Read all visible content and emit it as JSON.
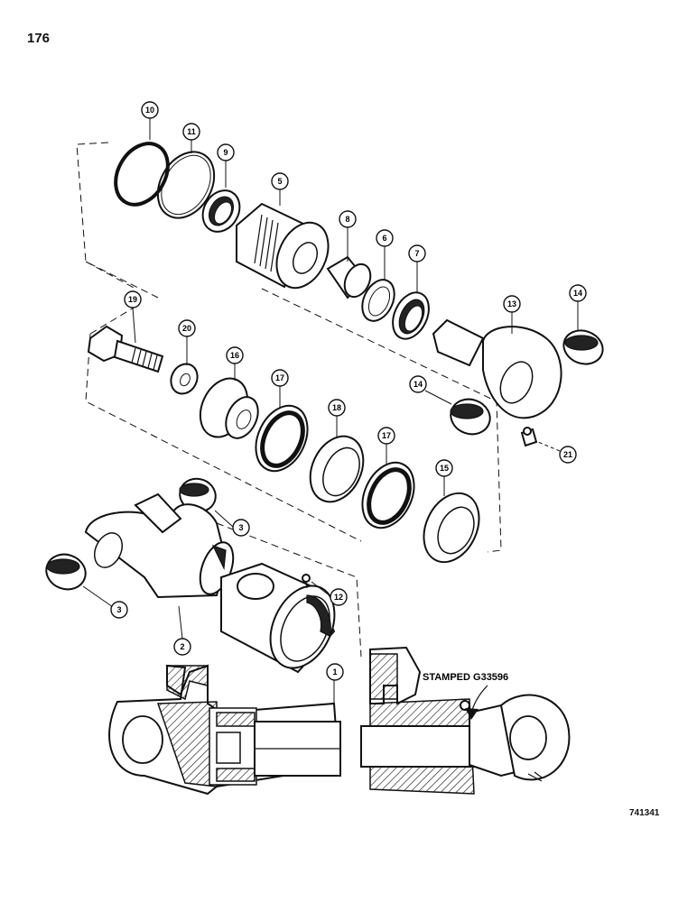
{
  "page_number": "176",
  "figure_code": "741341",
  "stamp_label": "STAMPED G33596",
  "callouts": [
    "10",
    "11",
    "9",
    "5",
    "8",
    "6",
    "7",
    "13",
    "14",
    "19",
    "20",
    "16",
    "17",
    "18",
    "17",
    "15",
    "14",
    "21",
    "3",
    "3",
    "12",
    "2",
    "1"
  ]
}
